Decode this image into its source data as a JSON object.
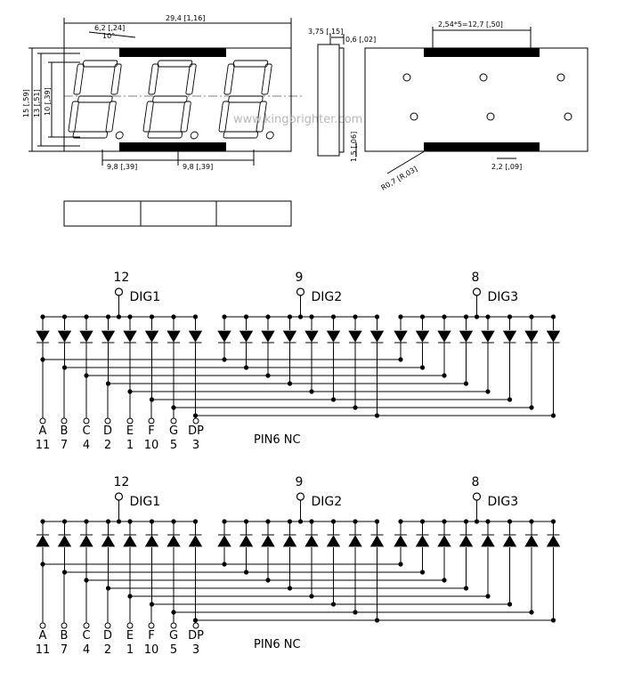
{
  "dimensions": {
    "overall_width": "29,4 [1,16]",
    "digit_width": "6,2 [,24]",
    "slant": "10°",
    "height_overall": "15 [,59]",
    "height_body": "13 [,51]",
    "digit_height": "10 [,39]",
    "pitch_left": "9,8 [,39]",
    "pitch_right": "9,8 [,39]",
    "depth": "3,75 [,15]",
    "lead_thickness": "0,6 [,02]",
    "lead_length": "1,5 [,06]",
    "pin_pitch": "2,54*5=12,7 [,50]",
    "pin_width": "2,2 [,09]",
    "radius": "R0,7 [R,03]"
  },
  "watermark": "www.kingbrighter.com",
  "schematics": [
    {
      "name": "common-cathode",
      "anode_up": false,
      "digits": [
        {
          "label": "DIG1",
          "pin": "12"
        },
        {
          "label": "DIG2",
          "pin": "9"
        },
        {
          "label": "DIG3",
          "pin": "8"
        }
      ]
    },
    {
      "name": "common-anode",
      "anode_up": true,
      "digits": [
        {
          "label": "DIG1",
          "pin": "12"
        },
        {
          "label": "DIG2",
          "pin": "9"
        },
        {
          "label": "DIG3",
          "pin": "8"
        }
      ]
    }
  ],
  "segments": [
    {
      "name": "A",
      "pin": "11"
    },
    {
      "name": "B",
      "pin": "7"
    },
    {
      "name": "C",
      "pin": "4"
    },
    {
      "name": "D",
      "pin": "2"
    },
    {
      "name": "E",
      "pin": "1"
    },
    {
      "name": "F",
      "pin": "10"
    },
    {
      "name": "G",
      "pin": "5"
    },
    {
      "name": "DP",
      "pin": "3"
    }
  ],
  "note": "PIN6    NC"
}
